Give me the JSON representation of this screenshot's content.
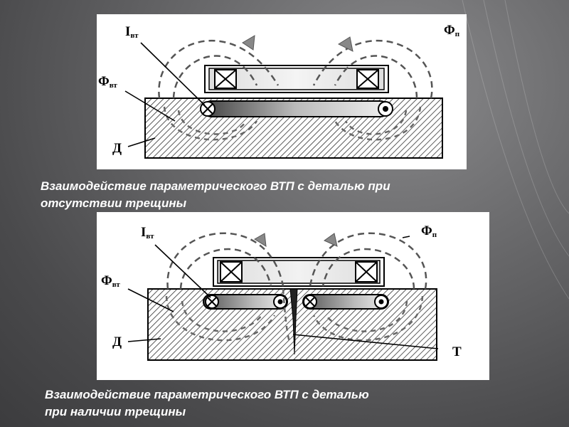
{
  "diagrams": {
    "top": {
      "label_i": "I",
      "label_i_sub": "вт",
      "label_phi_p": "Φ",
      "label_phi_p_sub": "п",
      "label_phi_vt": "Φ",
      "label_phi_vt_sub": "вт",
      "label_d": "Д"
    },
    "bottom": {
      "label_i": "I",
      "label_i_sub": "вт",
      "label_phi_p": "Φ",
      "label_phi_p_sub": "п",
      "label_phi_vt": "Φ",
      "label_phi_vt_sub": "вт",
      "label_d": "Д",
      "label_t": "Т"
    }
  },
  "captions": {
    "top_line1": "Взаимодействие параметрического ВТП с деталью при",
    "top_line2": "отсутствии трещины",
    "bottom_line1": "Взаимодействие параметрического ВТП с деталью",
    "bottom_line2": "при наличии трещины"
  },
  "colors": {
    "background": "#5a5a5c",
    "panel": "#ffffff",
    "ink": "#000000",
    "caption": "#ffffff"
  }
}
